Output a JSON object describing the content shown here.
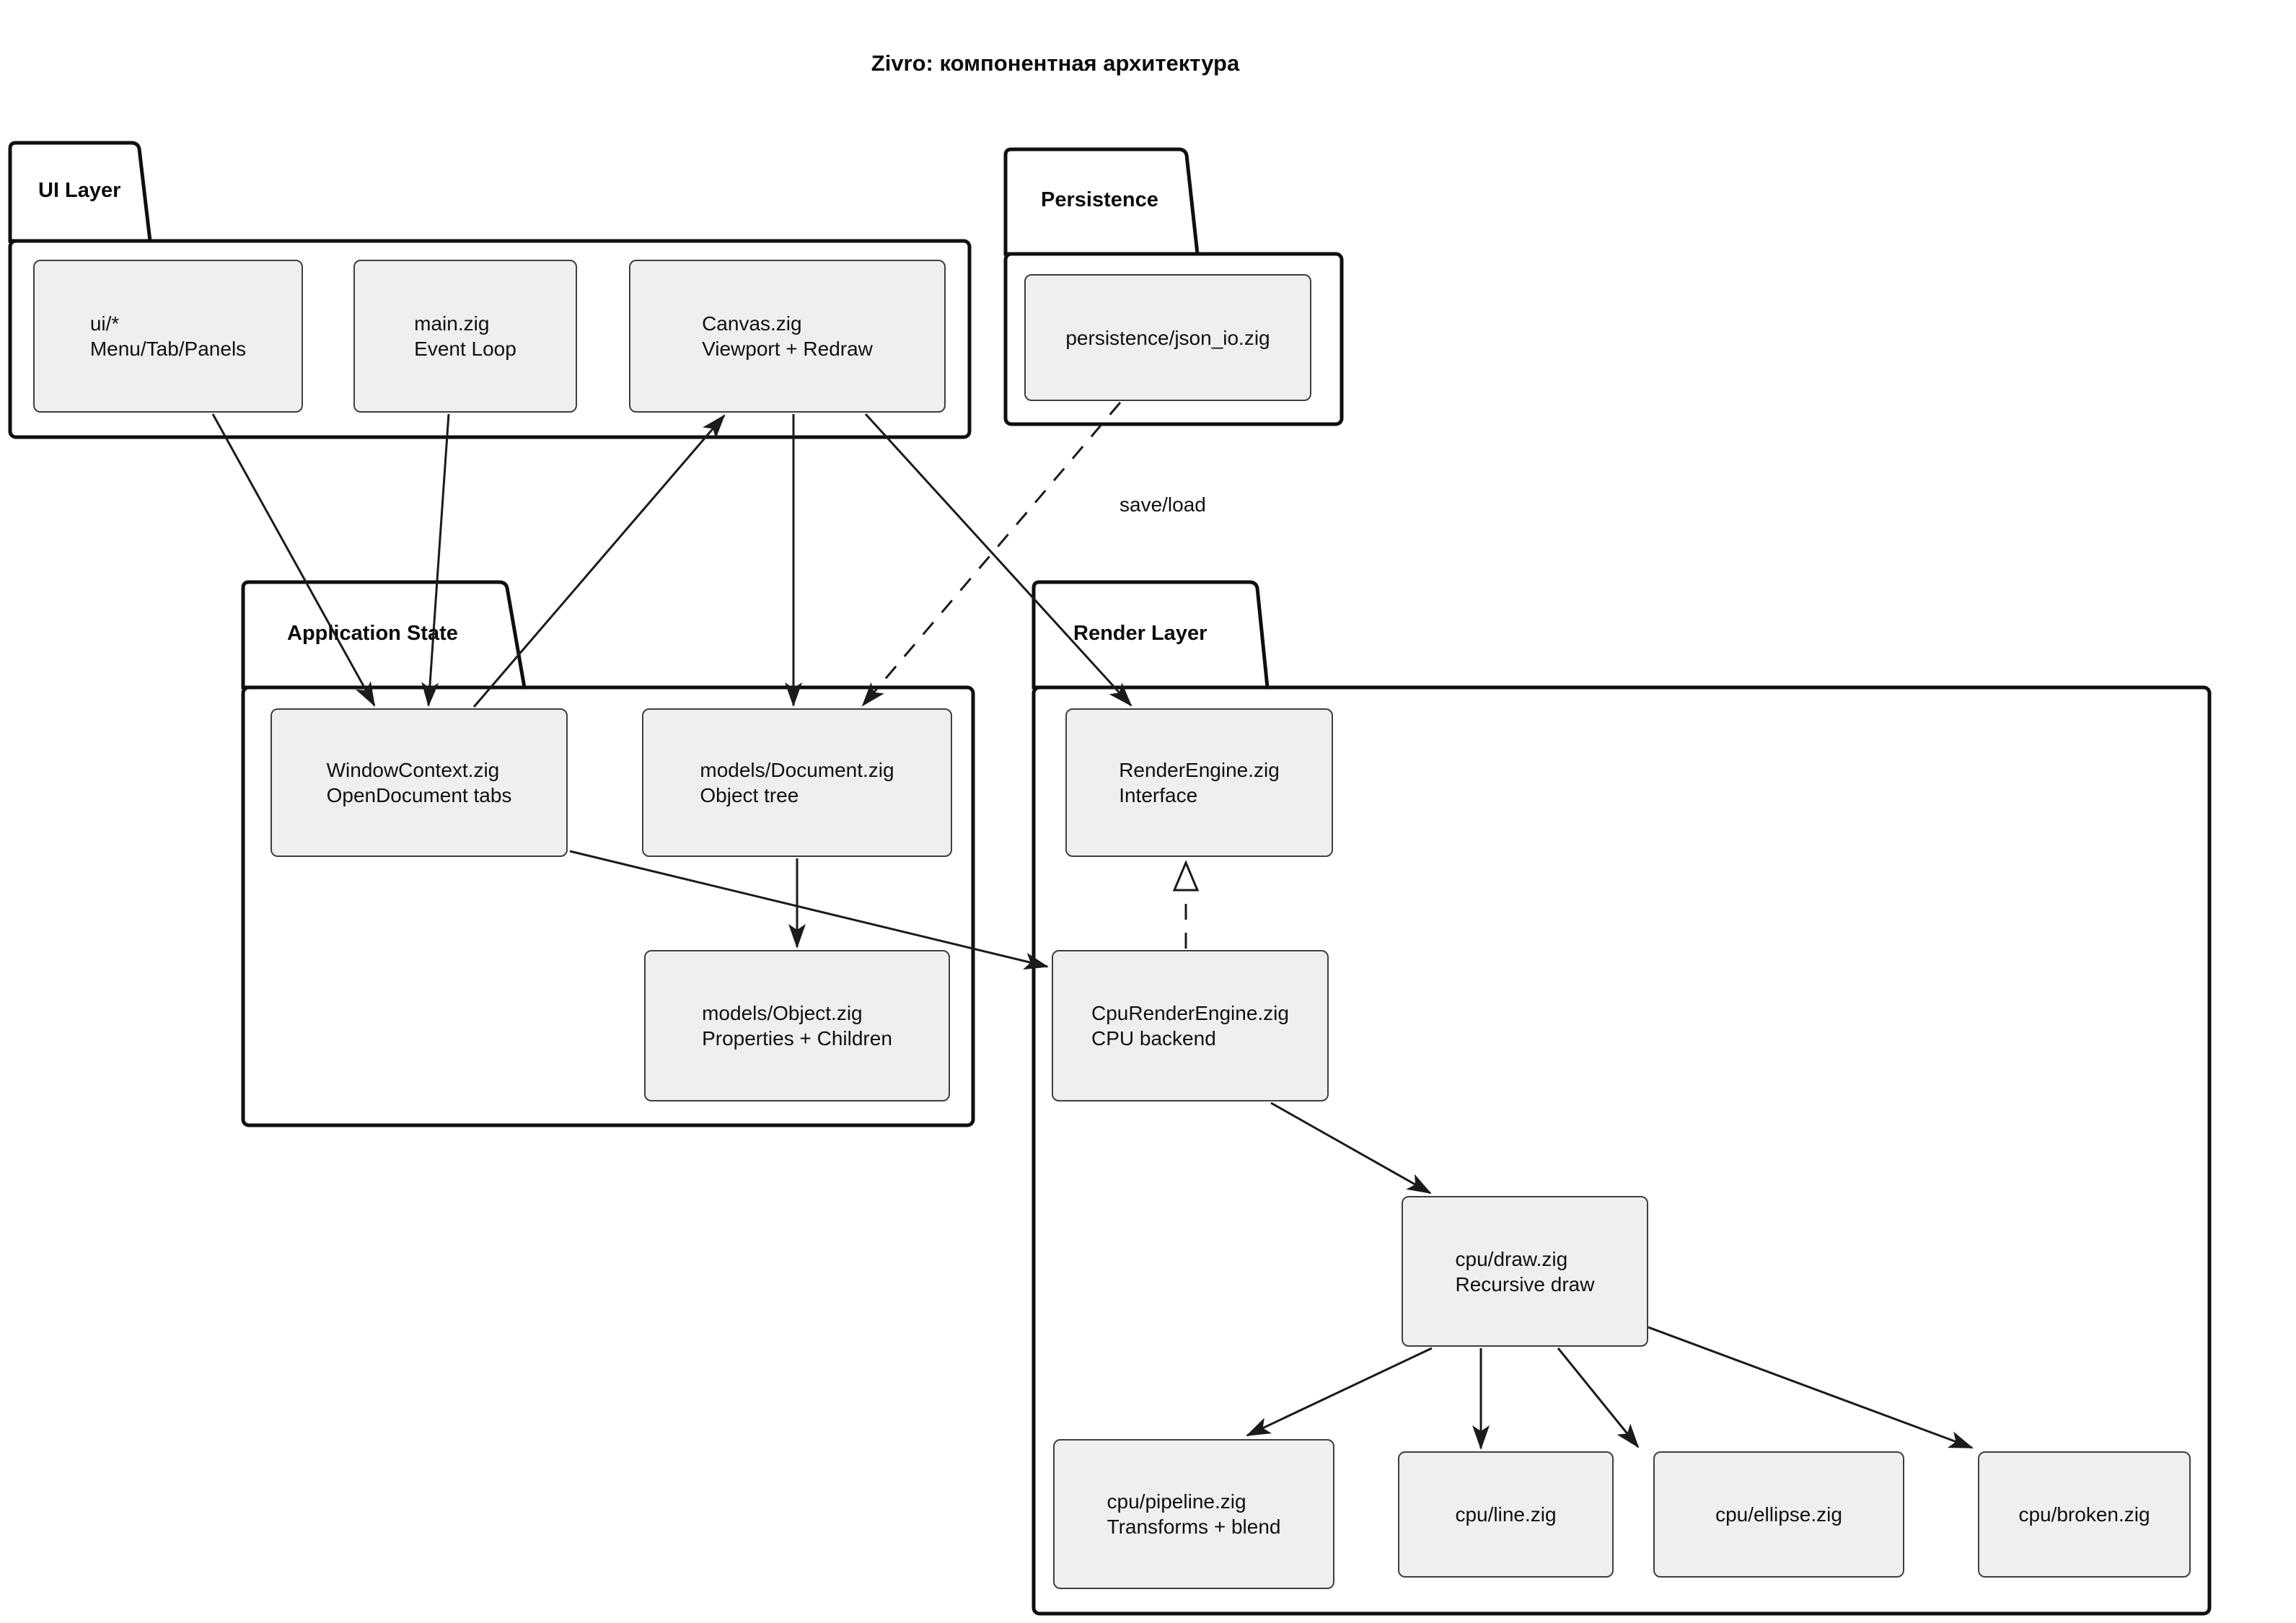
{
  "title": "Zivro: компонентная архитектура",
  "packages": {
    "ui_layer": {
      "label": "UI Layer"
    },
    "persistence": {
      "label": "Persistence"
    },
    "application_state": {
      "label": "Application State"
    },
    "render_layer": {
      "label": "Render Layer"
    }
  },
  "nodes": {
    "ui": {
      "line1": "ui/*",
      "line2": "Menu/Tab/Panels"
    },
    "main": {
      "line1": "main.zig",
      "line2": "Event Loop"
    },
    "canvas": {
      "line1": "Canvas.zig",
      "line2": "Viewport + Redraw"
    },
    "json_io": {
      "line1": "persistence/json_io.zig"
    },
    "window_context": {
      "line1": "WindowContext.zig",
      "line2": "OpenDocument tabs"
    },
    "document": {
      "line1": "models/Document.zig",
      "line2": "Object tree"
    },
    "object": {
      "line1": "models/Object.zig",
      "line2": "Properties + Children"
    },
    "render_engine": {
      "line1": "RenderEngine.zig",
      "line2": "Interface"
    },
    "cpu_render_engine": {
      "line1": "CpuRenderEngine.zig",
      "line2": "CPU backend"
    },
    "draw": {
      "line1": "cpu/draw.zig",
      "line2": "Recursive draw"
    },
    "pipeline": {
      "line1": "cpu/pipeline.zig",
      "line2": "Transforms + blend"
    },
    "line": {
      "line1": "cpu/line.zig"
    },
    "ellipse": {
      "line1": "cpu/ellipse.zig"
    },
    "broken": {
      "line1": "cpu/broken.zig"
    }
  },
  "edge_labels": {
    "save_load": "save/load"
  },
  "colors": {
    "background": "#ffffff",
    "node_fill": "#efefef",
    "node_border": "#3f3f3f",
    "package_border": "#0f0f0f",
    "edge": "#1b1b1b",
    "text": "#101010"
  }
}
